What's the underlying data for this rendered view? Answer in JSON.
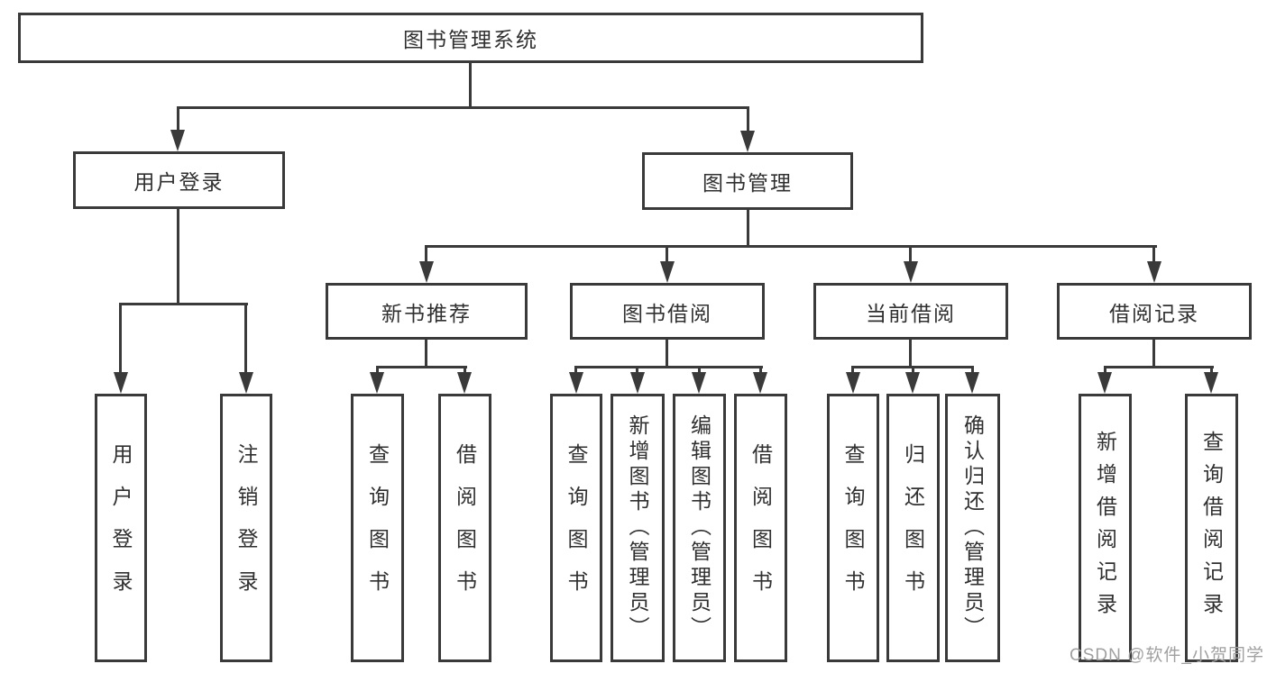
{
  "colors": {
    "background": "#ffffff",
    "line": "#3a3a3a",
    "box_border": "#3a3a3a",
    "text": "#303030",
    "watermark": "#a0a0a0"
  },
  "tree": {
    "root": {
      "label": "图书管理系统"
    },
    "login": {
      "label": "用户登录",
      "children": [
        {
          "label": "用户登录"
        },
        {
          "label": "注销登录"
        }
      ]
    },
    "mgmt": {
      "label": "图书管理",
      "sections": [
        {
          "label": "新书推荐",
          "children": [
            {
              "label": "查询图书"
            },
            {
              "label": "借阅图书"
            }
          ]
        },
        {
          "label": "图书借阅",
          "children": [
            {
              "label": "查询图书"
            },
            {
              "label": "新增图书（管理员）"
            },
            {
              "label": "编辑图书（管理员）"
            },
            {
              "label": "借阅图书"
            }
          ]
        },
        {
          "label": "当前借阅",
          "children": [
            {
              "label": "查询图书"
            },
            {
              "label": "归还图书"
            },
            {
              "label": "确认归还（管理员）"
            }
          ]
        },
        {
          "label": "借阅记录",
          "children": [
            {
              "label": "新增借阅记录"
            },
            {
              "label": "查询借阅记录"
            }
          ]
        }
      ]
    }
  },
  "watermark": {
    "text": "CSDN @软件_小贺同学"
  }
}
